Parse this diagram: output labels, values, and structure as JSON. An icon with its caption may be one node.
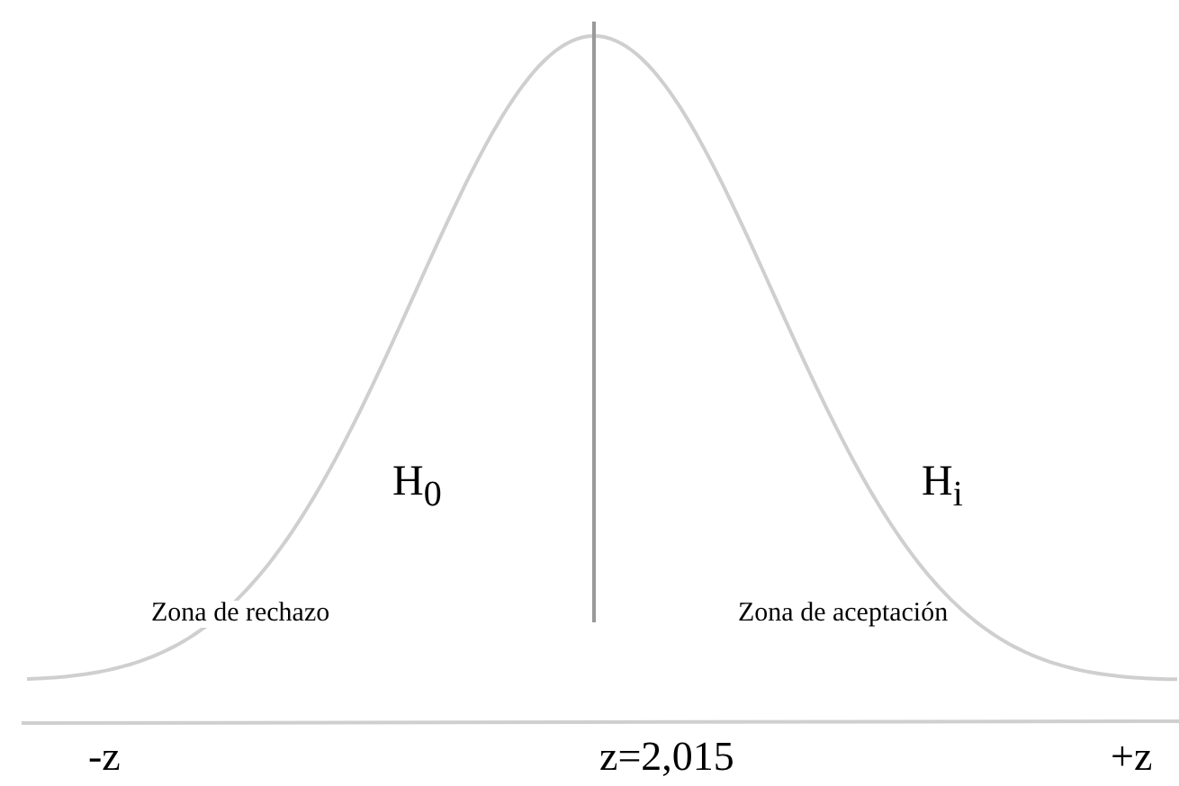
{
  "diagram": {
    "labels": [
      "H$_{0}$",
      "H$_{i}$",
      "Zona de rechazo",
      "Zona de aceptación",
      "-z",
      "z=2,015",
      "+z"
    ]
  }
}
